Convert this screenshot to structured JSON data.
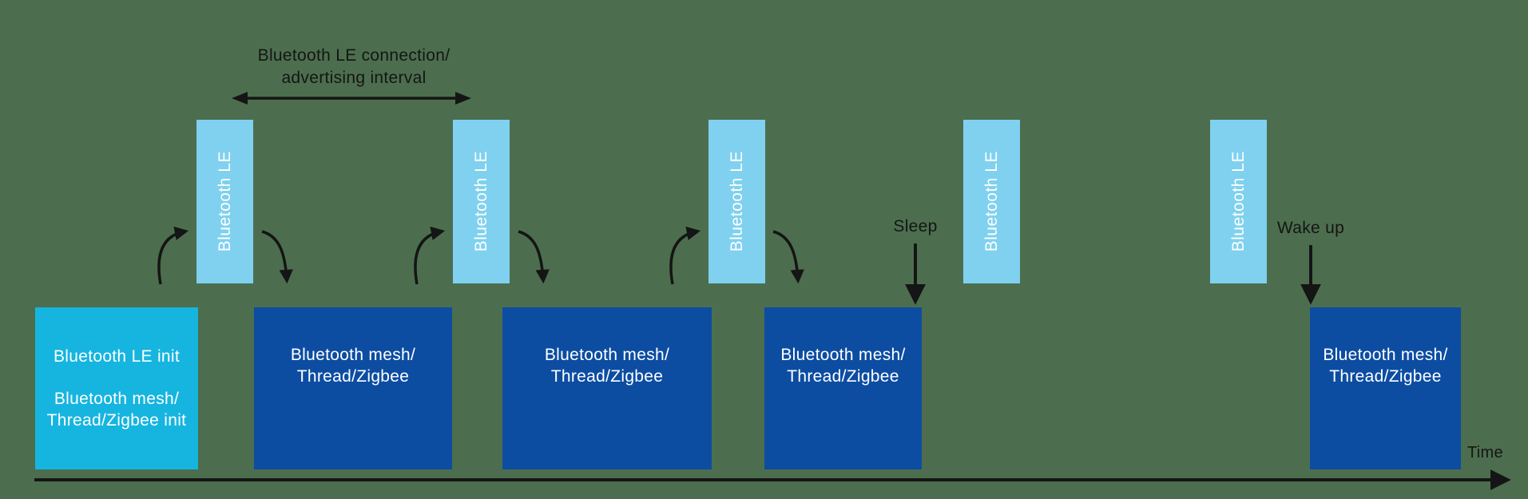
{
  "colors": {
    "background": "#4C6E4E",
    "ble_bar": "#7FD1EF",
    "init_box": "#15B5E0",
    "mesh_box": "#0C4DA2",
    "arrow": "#151515",
    "text_on_boxes": "#FFFFFF",
    "text_dark": "#151515"
  },
  "interval_annotation": {
    "line1": "Bluetooth LE connection/",
    "line2": "advertising interval"
  },
  "ble_bars": [
    {
      "label": "Bluetooth LE"
    },
    {
      "label": "Bluetooth LE"
    },
    {
      "label": "Bluetooth LE"
    },
    {
      "label": "Bluetooth LE"
    },
    {
      "label": "Bluetooth LE"
    }
  ],
  "init_box": {
    "line1": "Bluetooth LE init",
    "line2": "Bluetooth mesh/",
    "line3": "Thread/Zigbee init"
  },
  "mesh_boxes": [
    {
      "line1": "Bluetooth mesh/",
      "line2": "Thread/Zigbee"
    },
    {
      "line1": "Bluetooth mesh/",
      "line2": "Thread/Zigbee"
    },
    {
      "line1": "Bluetooth mesh/",
      "line2": "Thread/Zigbee"
    },
    {
      "line1": "Bluetooth mesh/",
      "line2": "Thread/Zigbee"
    }
  ],
  "labels": {
    "sleep": "Sleep",
    "wake": "Wake up",
    "time": "Time"
  }
}
